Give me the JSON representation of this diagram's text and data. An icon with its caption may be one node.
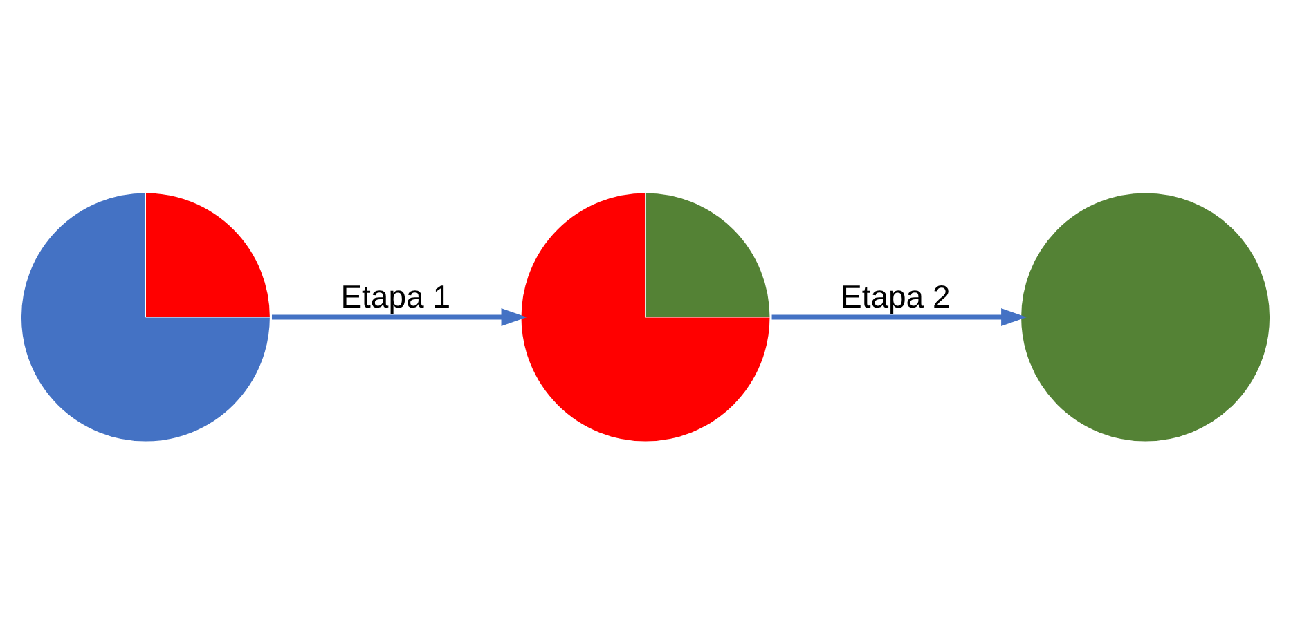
{
  "diagram": {
    "nodes": [
      {
        "text": [],
        "shape": "circle"
      },
      {
        "text": [],
        "shape": "circle"
      },
      {
        "text": [],
        "shape": "circle"
      }
    ],
    "edges": [
      {
        "from": 0,
        "to": 1,
        "arrow": "to",
        "label": "Etapa 1"
      },
      {
        "from": 1,
        "to": 2,
        "arrow": "to",
        "label": "Etapa 2"
      }
    ]
  }
}
